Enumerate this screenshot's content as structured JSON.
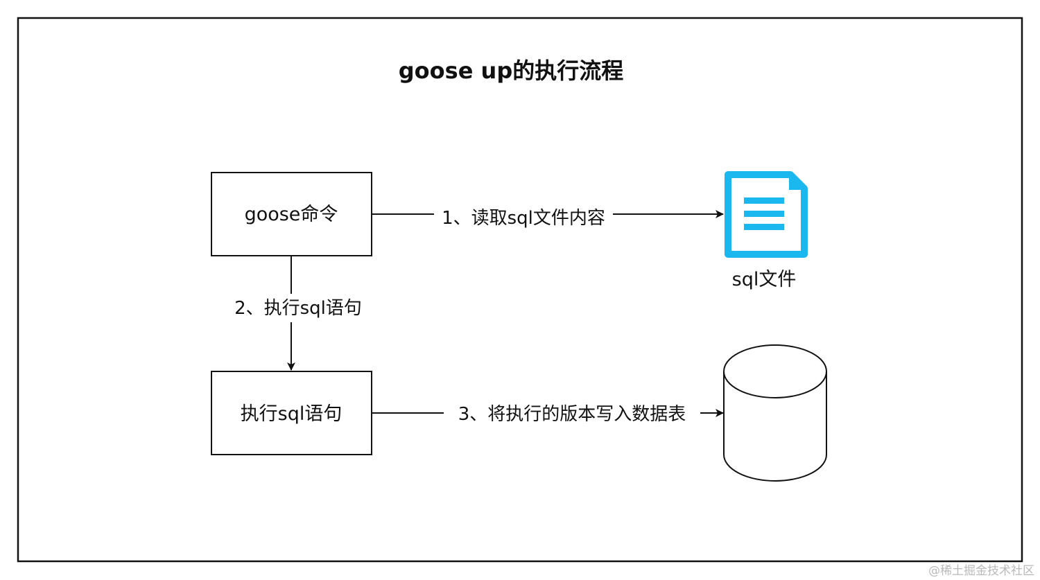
{
  "title": "goose up的执行流程",
  "nodes": {
    "goose_cmd": {
      "label": "goose命令"
    },
    "exec_sql": {
      "label": "执行sql语句"
    },
    "sql_file": {
      "label": "sql文件"
    },
    "database": {
      "label": ""
    }
  },
  "edges": {
    "read_file": {
      "label": "1、读取sql文件内容"
    },
    "exec_statement": {
      "label": "2、执行sql语句"
    },
    "write_version": {
      "label": "3、将执行的版本写入数据表"
    }
  },
  "watermark": "@稀土掘金技术社区",
  "colors": {
    "frame": "#111111",
    "file_icon": "#1ab8ee",
    "text": "#111111"
  },
  "icons": {
    "sql_file": "document-icon",
    "database": "database-cylinder-icon"
  }
}
